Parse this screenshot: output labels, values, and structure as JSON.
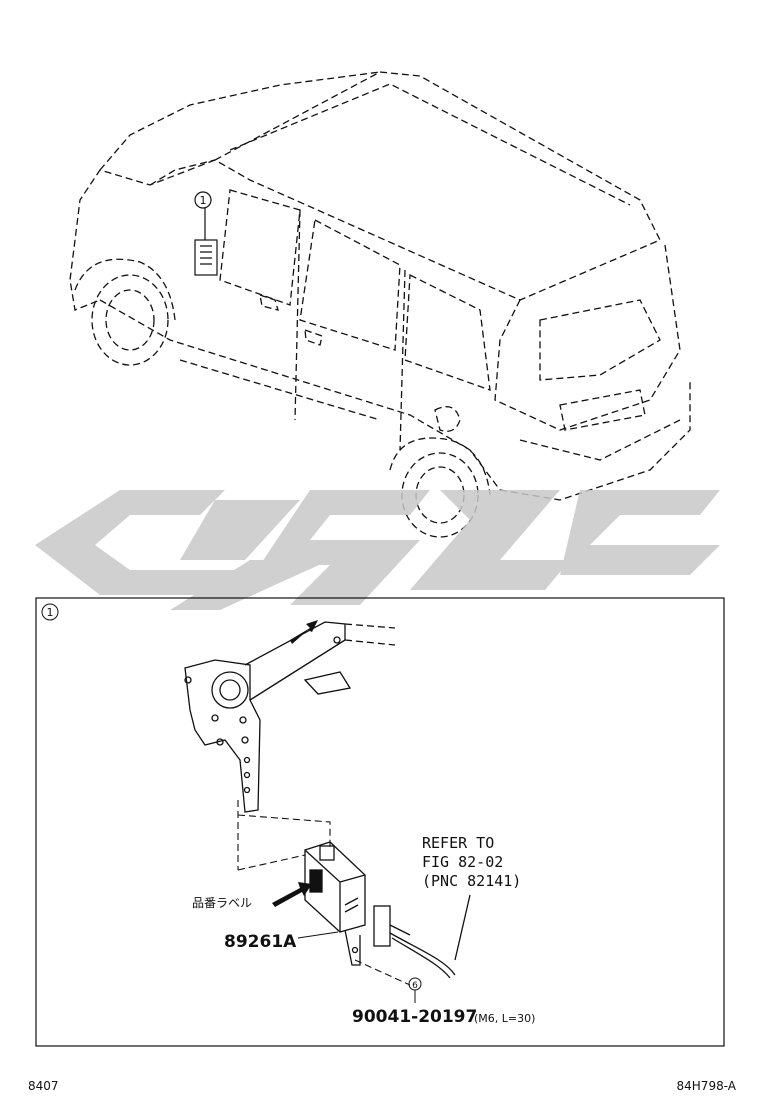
{
  "diagram": {
    "ref_marker": "1",
    "detail_marker": "1",
    "callout_refer": [
      "REFER TO",
      "FIG 82-02",
      "(PNC 82141)"
    ],
    "label_jp": "品番ラベル",
    "part_module": "89261A",
    "bolt_marker": "6",
    "part_bolt": "90041-20197",
    "bolt_spec": "(M6, L=30)",
    "footer_left": "8407",
    "footer_right": "84H798-A",
    "watermark_color": "#c8c8c8",
    "line_color": "#111111"
  }
}
